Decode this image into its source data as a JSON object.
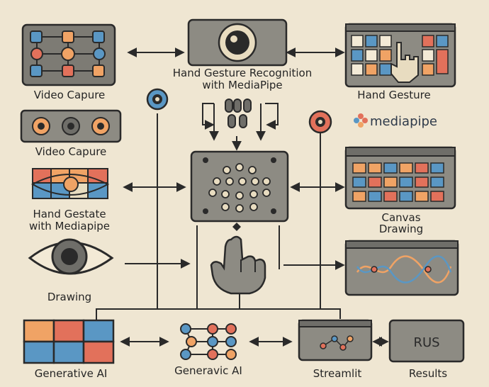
{
  "title": {
    "line1": "Hand Gesture Recognition",
    "line2": "with MediaPipe"
  },
  "nodes": {
    "video_capture_1": "Video Capure",
    "video_capture_2": "Video Capure",
    "hand_gestate": {
      "line1": "Hand Gestate",
      "line2": "with Mediapipe"
    },
    "drawing": "Drawing",
    "hand_gesture": "Hand Gesture",
    "mediapipe": "mediapipe",
    "canvas_drawing": {
      "line1": "Canvas",
      "line2": "Drawing"
    },
    "generative_ai": "Generative AI",
    "generavic_ai": "Generavic AI",
    "streamlit": "Streamlit",
    "results": "Results",
    "results_box_text": "RUS"
  },
  "colors": {
    "background": "#efe6d2",
    "panel": "#8d8b83",
    "panel_dark": "#6f6e69",
    "stroke": "#2a2a2a",
    "blue": "#5a97c4",
    "red": "#e2715b",
    "orange": "#f0a365",
    "cream": "#e8dcc0"
  },
  "icons": [
    "node-graph-icon",
    "camera-lens-icon",
    "keypad-hand-icon",
    "video-strip-icon",
    "color-grid-eye-icon",
    "eye-icon",
    "hand-landmark-grid-icon",
    "pointing-hand-icon",
    "canvas-grid-icon",
    "waveform-icon",
    "color-grid-icon",
    "network-icon",
    "results-box-icon",
    "mediapipe-logo-icon"
  ]
}
